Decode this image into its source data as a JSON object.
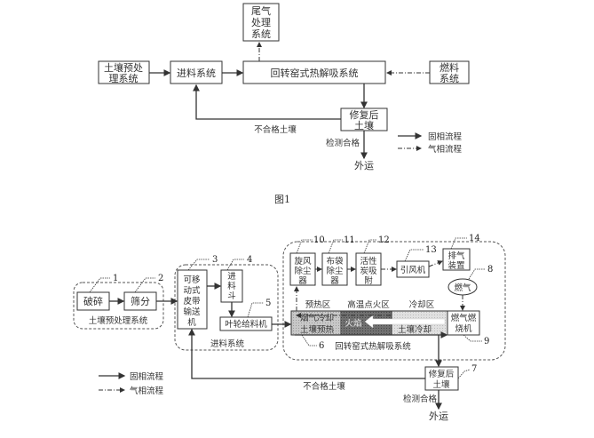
{
  "figure1": {
    "caption": "图1",
    "boxes": {
      "pretreat": [
        "土壤预处",
        "理系统"
      ],
      "feed": "进料系统",
      "kiln": "回转窑式热解吸系统",
      "exhaust": [
        "尾气",
        "处理",
        "系统"
      ],
      "fuel": [
        "燃料",
        "系统"
      ],
      "repaired": [
        "修复后",
        "土壤"
      ]
    },
    "labels": {
      "unqualified": "不合格土壤",
      "qualified": "检测合格",
      "ship_out": "外运"
    },
    "legend": {
      "solid": "固相流程",
      "gas": "气相流程"
    }
  },
  "figure2": {
    "groups": {
      "pretreat": "土壤预处理系统",
      "feed": "进料系统",
      "kiln": "回转窑式热解吸系统"
    },
    "boxes": {
      "crush": "破碎",
      "screen": "筛分",
      "belt": [
        "可移",
        "动式",
        "皮带",
        "输送",
        "机"
      ],
      "hopper": [
        "进",
        "料",
        "斗"
      ],
      "impeller": "叶轮给料机",
      "cyclone": [
        "旋风",
        "除尘",
        "器"
      ],
      "bag": [
        "布袋",
        "除尘",
        "器"
      ],
      "carbon": [
        "活性",
        "炭吸",
        "附"
      ],
      "fan": "引风机",
      "vent": [
        "排气",
        "装置"
      ],
      "gas": "燃气",
      "burner": [
        "燃气燃",
        "烧机"
      ],
      "repaired": [
        "修复后",
        "土壤"
      ]
    },
    "zones": {
      "preheat": "预热区",
      "ignite": "高温点火区",
      "cool": "冷却区"
    },
    "kiln_text": {
      "flue_cool": "烟气冷却",
      "soil_preheat": "土壤预热",
      "flame": "火焰",
      "soil_cool": "土壤冷却"
    },
    "numbers": [
      "1",
      "2",
      "3",
      "4",
      "5",
      "6",
      "7",
      "8",
      "9",
      "10",
      "11",
      "12",
      "13",
      "14"
    ],
    "labels": {
      "unqualified": "不合格土壤",
      "qualified": "检测合格",
      "ship_out": "外运"
    },
    "legend": {
      "solid": "固相流程",
      "gas": "气相流程"
    }
  }
}
